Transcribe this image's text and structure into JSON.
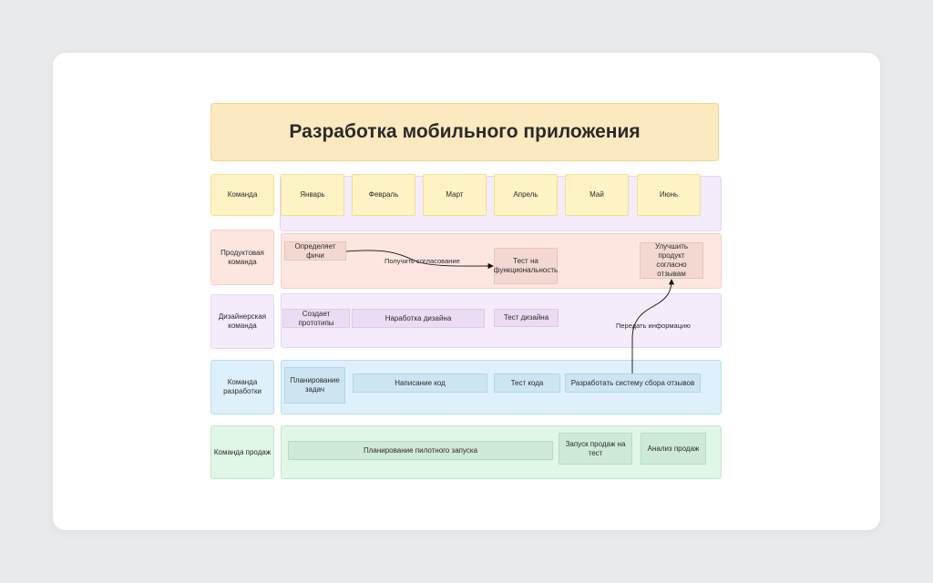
{
  "title": "Разработка мобильного приложения",
  "header": {
    "team_label": "Команда",
    "months": [
      "Январь",
      "Февраль",
      "Март",
      "Апрель",
      "Май",
      "Июнь"
    ]
  },
  "lanes": {
    "product": {
      "name": "Продуктовая команда",
      "tasks": [
        "Определяет фичи",
        "Тест на функциональность",
        "Улучшить продукт согласно отзывам"
      ]
    },
    "design": {
      "name": "Дизайнерская команда",
      "tasks": [
        "Создает прототипы",
        "Наработка дизайна",
        "Тест дизайна"
      ]
    },
    "dev": {
      "name": "Команда разработки",
      "tasks": [
        "Планирование задач",
        "Написание код",
        "Тест кода",
        "Разработать систему сбора отзывов"
      ]
    },
    "sales": {
      "name": "Команда продаж",
      "tasks": [
        "Планирование пилотного запуска",
        "Запуск продаж на тест",
        "Анализ продаж"
      ]
    }
  },
  "connectors": {
    "approval": "Получить согласование",
    "pass_info": "Передать информацию"
  },
  "colors": {
    "title_bg": "#fde9c0",
    "header_yellow": "#fdf3c4",
    "product_red": "#fde6e0",
    "design_purple": "#f4ebfb",
    "dev_blue": "#ddf0fb",
    "sales_green": "#e0f6e6"
  }
}
